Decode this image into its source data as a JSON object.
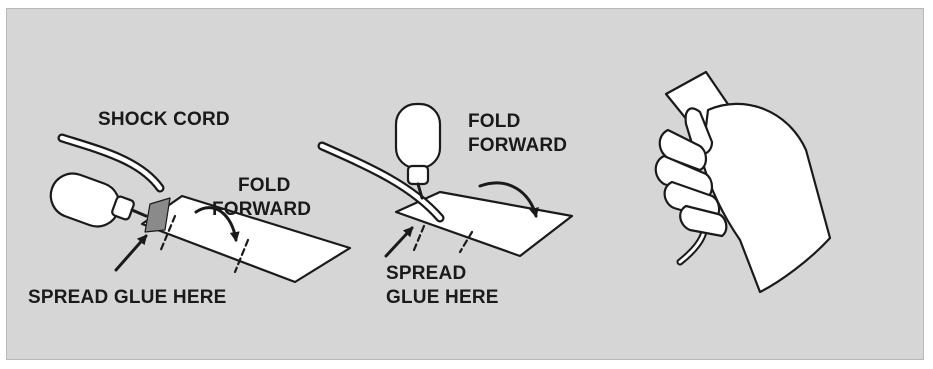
{
  "panel1": {
    "shock_cord_label": "SHOCK CORD",
    "fold_line1": "FOLD",
    "fold_line2": "FORWARD",
    "spread_label": "SPREAD GLUE HERE"
  },
  "panel2": {
    "fold_line1": "FOLD",
    "fold_line2": "FORWARD",
    "spread_line1": "SPREAD",
    "spread_line2": "GLUE HERE"
  }
}
